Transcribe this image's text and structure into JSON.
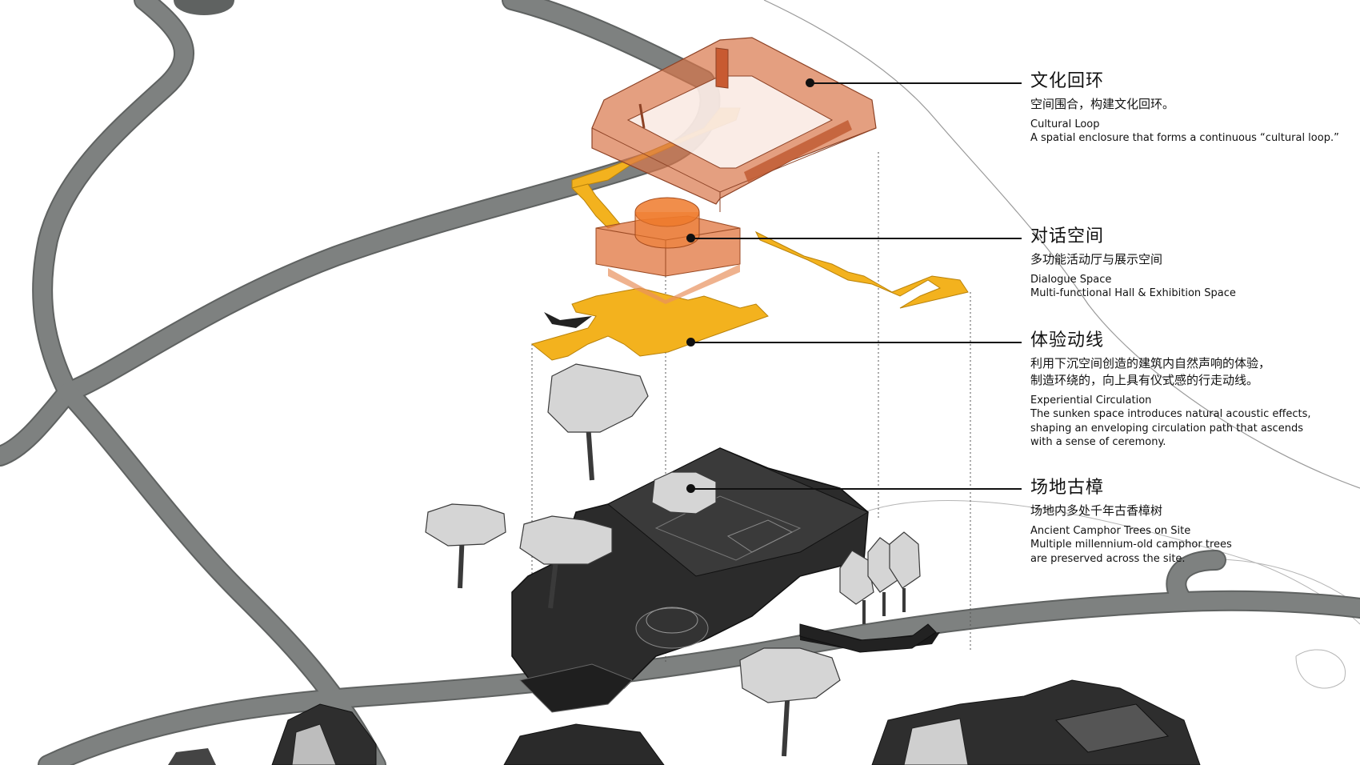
{
  "callouts": [
    {
      "zh_title": "文化回环",
      "zh_desc": "空间围合，构建文化回环。",
      "en_title": "Cultural Loop",
      "en_desc": "A spatial enclosure that forms a continuous “cultural loop.”"
    },
    {
      "zh_title": "对话空间",
      "zh_desc": "多功能活动厅与展示空间",
      "en_title": "Dialogue Space",
      "en_desc": "Multi-functional Hall & Exhibition Space"
    },
    {
      "zh_title": "体验动线",
      "zh_desc": "利用下沉空间创造的建筑内自然声响的体验，\n制造环绕的，向上具有仪式感的行走动线。",
      "en_title": "Experiential Circulation",
      "en_desc": "The sunken space introduces natural acoustic effects,\nshaping an enveloping circulation path that ascends\nwith a sense of ceremony."
    },
    {
      "zh_title": "场地古樟",
      "zh_desc": "场地内多处千年古香樟树",
      "en_title": "Ancient Camphor Trees on Site",
      "en_desc": "Multiple millennium-old camphor trees\nare preserved across the site."
    }
  ],
  "colors": {
    "road": "#7a7d7c",
    "road_edge": "#5f6261",
    "loop_volume": "#d8764a",
    "circulation_path": "#f3b21e",
    "building": "#2b2b2b",
    "tree_canopy": "#d9d9d9"
  }
}
